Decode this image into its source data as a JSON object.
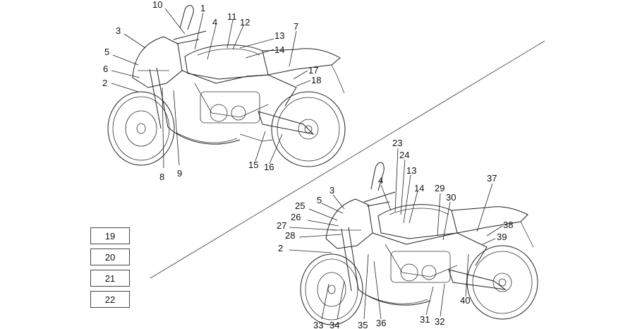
{
  "diagram": {
    "upper_callouts": [
      "10",
      "1",
      "4",
      "11",
      "12",
      "3",
      "13",
      "14",
      "7",
      "5",
      "17",
      "6",
      "18",
      "2",
      "15",
      "16",
      "8",
      "9"
    ],
    "lower_callouts": [
      "23",
      "24",
      "13",
      "4",
      "14",
      "29",
      "30",
      "37",
      "3",
      "25",
      "5",
      "26",
      "38",
      "27",
      "28",
      "39",
      "2",
      "33",
      "34",
      "35",
      "36",
      "31",
      "32",
      "40"
    ],
    "legend_boxes": [
      "19",
      "20",
      "21",
      "22"
    ]
  }
}
